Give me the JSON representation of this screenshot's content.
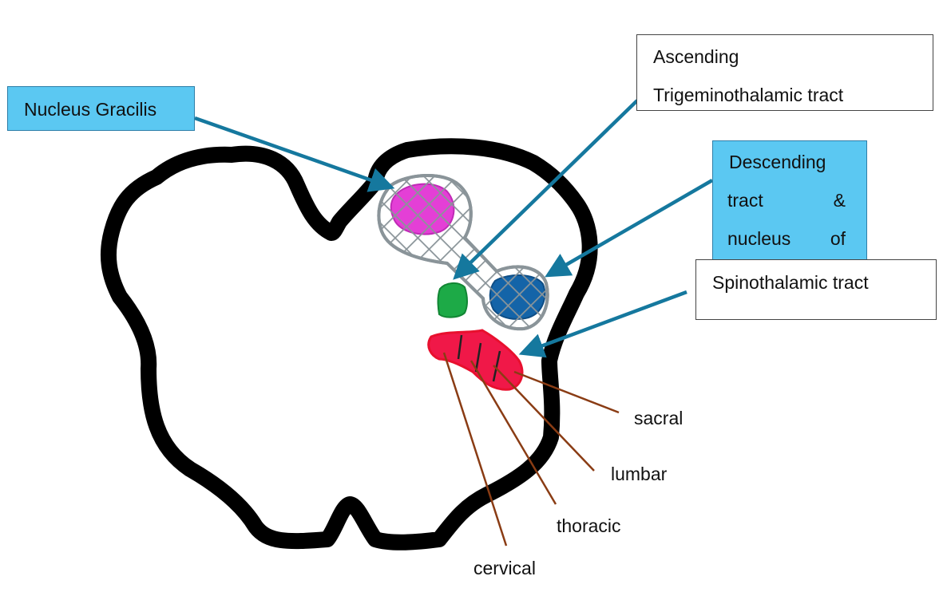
{
  "labels": {
    "nucleus_gracilis": "Nucleus Gracilis",
    "ascending_line1": "Ascending",
    "ascending_line2": "Trigeminothalamic tract",
    "descending_line1": "Descending",
    "descending_word_tract": "tract",
    "descending_word_amp": "&",
    "descending_word_nucleus": "nucleus",
    "descending_word_of": "of",
    "spinothalamic": "Spinothalamic tract",
    "sacral": "sacral",
    "lumbar": "lumbar",
    "thoracic": "thoracic",
    "cervical": "cervical"
  },
  "colors": {
    "outline": "#000000",
    "callout_box": "#5bc8f2",
    "arrow": "#15789e",
    "gracilis_nucleus": "#e43fd6",
    "trigeminal_nucleus": "#1464a8",
    "mesh": "#8a9499",
    "green_structure": "#1daa47",
    "spinothalamic_tract": "#f01848",
    "lamination_lines": "#8a3c14"
  }
}
